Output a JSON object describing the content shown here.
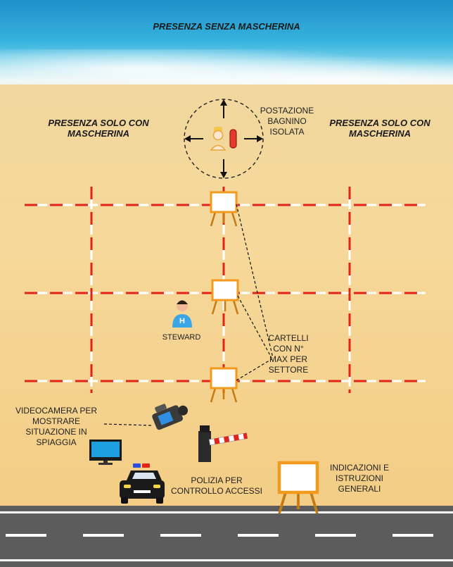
{
  "labels": {
    "sea": "PRESENZA  SENZA MASCHERINA",
    "left_zone": "PRESENZA SOLO CON MASCHERINA",
    "right_zone": "PRESENZA SOLO CON MASCHERINA",
    "lifeguard": "POSTAZIONE BAGNINO ISOLATA",
    "steward": "STEWARD",
    "steward_badge": "H",
    "signs": "CARTELLI CON N° MAX PER SETTORE",
    "camera": "VIDEOCAMERA PER MOSTRARE SITUAZIONE  IN SPIAGGIA",
    "police": "POLIZIA PER CONTROLLO ACCESSI",
    "info": "INDICAZIONI E ISTRUZIONI GENERALI"
  },
  "colors": {
    "grid_red": "#e2231a",
    "grid_white": "#ffffff",
    "sign_frame": "#f29a1d",
    "steward_shirt": "#3aa6e6",
    "police_car": "#1a1a1a",
    "road": "#5c5c5c"
  },
  "icons": [
    "lifeguard-icon",
    "steward-icon",
    "easel-sign-icon",
    "video-camera-icon",
    "monitor-icon",
    "barrier-gate-icon",
    "police-car-icon"
  ]
}
